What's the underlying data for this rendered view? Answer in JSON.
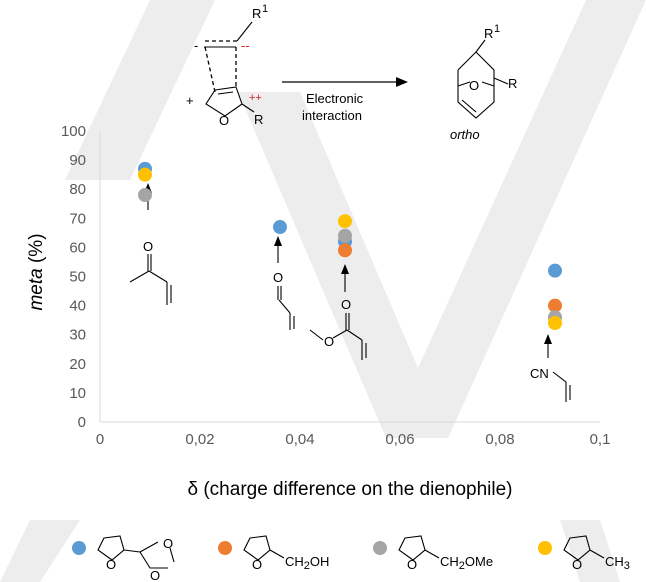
{
  "chart_data": {
    "type": "scatter",
    "xlabel": "δ (charge difference on the dienophile)",
    "ylabel_italic": "meta",
    "ylabel_rest": " (%)",
    "xlim": [
      0,
      0.1
    ],
    "ylim": [
      0,
      100
    ],
    "x_ticks": [
      "0",
      "0,02",
      "0,04",
      "0,06",
      "0,08",
      "0,1"
    ],
    "y_ticks": [
      "0",
      "10",
      "20",
      "30",
      "40",
      "50",
      "60",
      "70",
      "80",
      "90",
      "100"
    ],
    "grid": false,
    "legend_position": "bottom",
    "series": [
      {
        "color": "#5b9bd5",
        "x": [
          0.009,
          0.036,
          0.049,
          0.091
        ],
        "y": [
          87,
          67,
          62,
          52
        ]
      },
      {
        "color": "#ed7d31",
        "x": [
          0.049,
          0.091
        ],
        "y": [
          59,
          40
        ]
      },
      {
        "color": "#a5a5a5",
        "x": [
          0.009,
          0.049,
          0.091
        ],
        "y": [
          78,
          64,
          36
        ]
      },
      {
        "color": "#ffc000",
        "x": [
          0.009,
          0.049,
          0.091
        ],
        "y": [
          85,
          69,
          34
        ]
      }
    ],
    "scheme": {
      "r1": "R",
      "r1_sup": "1",
      "r": "R",
      "o": "O",
      "minus": "-",
      "minus2": "--",
      "plus": "+",
      "plus2": "++",
      "arrow_text_1": "Electronic",
      "arrow_text_2": "interaction",
      "product_label": "ortho"
    },
    "dienophile_labels": {
      "o": "O",
      "cn": "CN"
    },
    "legend_labels": {
      "o": "O",
      "ch2oh_main": "CH",
      "ch2oh_sub": "2",
      "ch2oh_end": "OH",
      "ch2ome_main": "CH",
      "ch2ome_sub": "2",
      "ch2ome_end": "OMe",
      "ch3_main": "CH",
      "ch3_sub": "3"
    }
  }
}
